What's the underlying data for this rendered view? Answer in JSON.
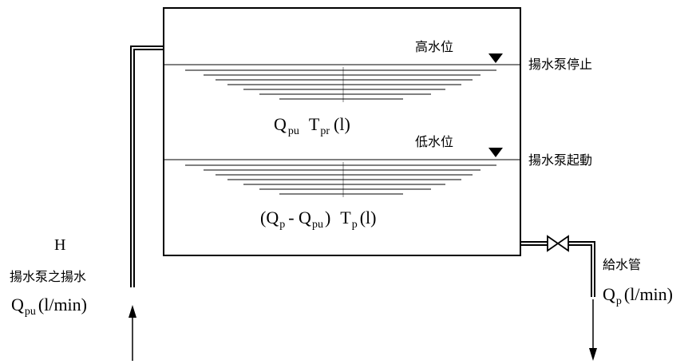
{
  "labels": {
    "high_level": "高水位",
    "low_level": "低水位",
    "pump_stop": "揚水泵停止",
    "pump_start": "揚水泵起動",
    "head": "H",
    "pump_lift": "揚水泵之揚水",
    "supply_pipe": "給水管"
  },
  "formulas": {
    "upper": {
      "q": "Q",
      "q_sub": "pu",
      "t": "T",
      "t_sub": "pr",
      "unit": "(l)"
    },
    "lower": {
      "open": "(Q",
      "q1_sub": "p",
      "minus": "- Q",
      "q2_sub": "pu",
      "close": ")",
      "t": "T",
      "t_sub": "p",
      "unit": "(l)"
    },
    "inflow": {
      "q": "Q",
      "q_sub": "pu",
      "unit": "(l/min)"
    },
    "outflow": {
      "q": "Q",
      "q_sub": "p",
      "unit": "(l/min)"
    }
  }
}
